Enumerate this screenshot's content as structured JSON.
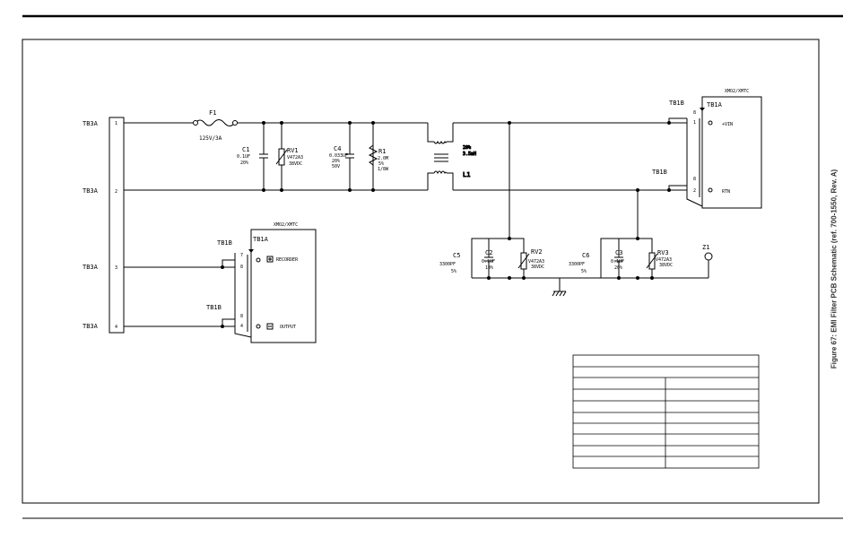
{
  "caption": "Figure 67: EMI Filter PCB Schematic (ref. 700-1550, Rev. A)",
  "terminals": {
    "tb3a_1": "TB3A",
    "tb3a_2": "TB3A",
    "tb3a_3": "TB3A",
    "tb3a_4": "TB3A",
    "pin1": "1",
    "pin2": "2",
    "pin3": "3",
    "pin4": "4"
  },
  "fuse": {
    "ref": "F1",
    "rating": "125V/3A"
  },
  "c1": {
    "ref": "C1",
    "value": "0.1UF",
    "rating": "20%"
  },
  "rv1": {
    "ref": "RV1",
    "part": "V472A3",
    "rating": "38VDC"
  },
  "c4": {
    "ref": "C4",
    "value": "0.033UF",
    "tol": "20%",
    "volt": "50V"
  },
  "r1": {
    "ref": "R1",
    "value": "2.0M",
    "tol": "5%",
    "power": "1/8W"
  },
  "l1": {
    "ref": "L1",
    "tol": "20%",
    "value": "3.5mH"
  },
  "c5": {
    "ref": "C5",
    "value": "3300PF",
    "tol": "5%"
  },
  "c2": {
    "ref": "C2",
    "value": "0.1UF",
    "tol": "10%"
  },
  "rv2": {
    "ref": "RV2",
    "part": "V472A3",
    "rating": "38VDC"
  },
  "c6": {
    "ref": "C6",
    "value": "3300PF",
    "tol": "5%"
  },
  "c3": {
    "ref": "C3",
    "value": "0.1UF",
    "tol": "20%"
  },
  "rv3": {
    "ref": "RV3",
    "part": "V472A3",
    "rating": "38VDC"
  },
  "z1": {
    "ref": "Z1"
  },
  "xmtr_right": {
    "title": "XMO2/XMTC",
    "tb1a": "TB1A",
    "tb1b_top": "TB1B",
    "tb1b_bot": "TB1B",
    "vin": "+VIN",
    "rtn": "RTN",
    "pin_a_top": "1",
    "pin_b_top": "8",
    "pin_a_bot": "2",
    "pin_b_bot": "8"
  },
  "xmtr_left": {
    "title": "XMO2/XMTC",
    "tb1a": "TB1A",
    "tb1b_top": "TB1B",
    "tb1b_bot": "TB1B",
    "recorder": "RECORDER",
    "output": "OUTPUT",
    "pin_a_top": "7",
    "pin_b_top": "8",
    "pin_a_bot": "8",
    "pin_b_bot": "4"
  }
}
